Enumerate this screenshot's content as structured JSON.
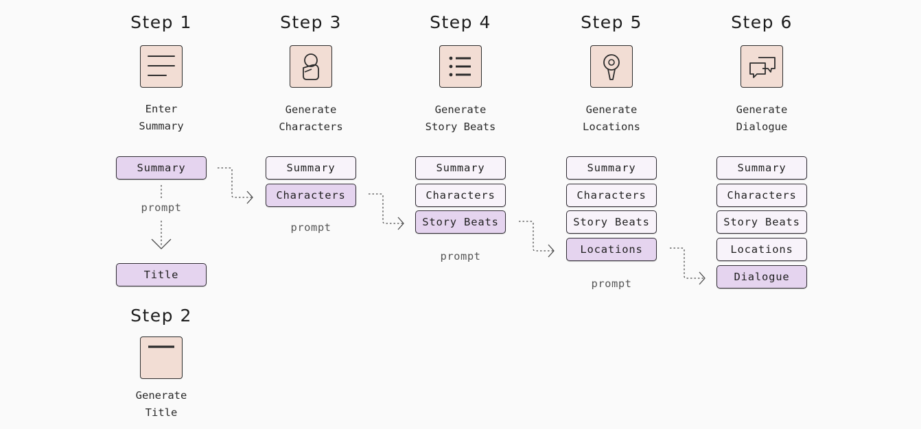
{
  "steps": [
    {
      "id": "step1",
      "title": "Step 1",
      "icon": "summary-lines-icon",
      "desc": [
        "Enter",
        "Summary"
      ],
      "inputs": [
        {
          "label": "Summary",
          "highlight": true
        }
      ],
      "prompt": "prompt",
      "output": "Title"
    },
    {
      "id": "step2",
      "title": "Step 2",
      "icon": "title-bar-icon",
      "desc": [
        "Generate",
        "Title"
      ]
    },
    {
      "id": "step3",
      "title": "Step 3",
      "icon": "character-icon",
      "desc": [
        "Generate",
        "Characters"
      ],
      "inputs": [
        {
          "label": "Summary",
          "highlight": false
        },
        {
          "label": "Characters",
          "highlight": true
        }
      ],
      "prompt": "prompt"
    },
    {
      "id": "step4",
      "title": "Step 4",
      "icon": "bullet-list-icon",
      "desc": [
        "Generate",
        "Story Beats"
      ],
      "inputs": [
        {
          "label": "Summary",
          "highlight": false
        },
        {
          "label": "Characters",
          "highlight": false
        },
        {
          "label": "Story Beats",
          "highlight": true
        }
      ],
      "prompt": "prompt"
    },
    {
      "id": "step5",
      "title": "Step 5",
      "icon": "location-pin-icon",
      "desc": [
        "Generate",
        "Locations"
      ],
      "inputs": [
        {
          "label": "Summary",
          "highlight": false
        },
        {
          "label": "Characters",
          "highlight": false
        },
        {
          "label": "Story Beats",
          "highlight": false
        },
        {
          "label": "Locations",
          "highlight": true
        }
      ],
      "prompt": "prompt"
    },
    {
      "id": "step6",
      "title": "Step 6",
      "icon": "dialogue-bubbles-icon",
      "desc": [
        "Generate",
        "Dialogue"
      ],
      "inputs": [
        {
          "label": "Summary",
          "highlight": false
        },
        {
          "label": "Characters",
          "highlight": false
        },
        {
          "label": "Story Beats",
          "highlight": false
        },
        {
          "label": "Locations",
          "highlight": false
        },
        {
          "label": "Dialogue",
          "highlight": true
        }
      ]
    }
  ],
  "colors": {
    "background": "#fafafa",
    "icon_fill": "#f2ddd4",
    "pill_fill": "#f8f3fa",
    "pill_highlight": "#e5d4ef",
    "stroke": "#2b2b2b"
  }
}
